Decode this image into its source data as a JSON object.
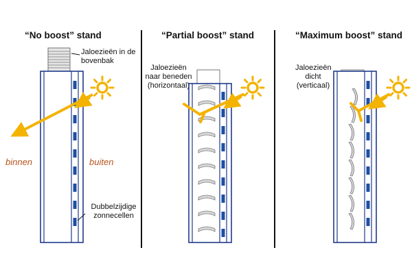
{
  "panels": [
    {
      "title": "“No boost” stand",
      "labels": {
        "top": "Jaloezieën in de bovenbak",
        "cells": "Dubbelzijdige zonnecellen",
        "inside": "binnen",
        "outside": "buiten"
      }
    },
    {
      "title": "“Partial boost” stand",
      "labels": {
        "blinds": "Jaloezieën naar beneden (horizontaal)"
      }
    },
    {
      "title": "“Maximum boost” stand",
      "labels": {
        "blinds": "Jaloezieën dicht (verticaal)"
      }
    }
  ],
  "colors": {
    "frame": "#1f3a8a",
    "cell": "#1d4fa3",
    "sun": "#f3b300",
    "blind": "#d7d7d7",
    "side_text": "#b5541d"
  }
}
